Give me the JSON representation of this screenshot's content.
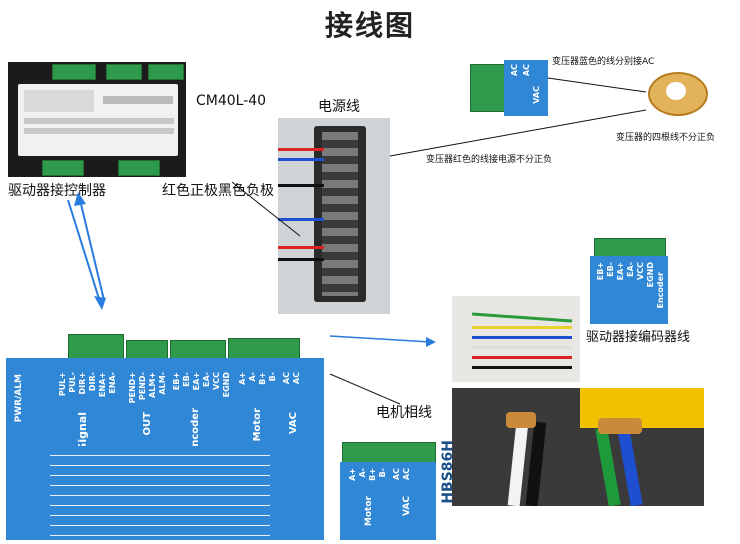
{
  "title": "接线图",
  "labels": {
    "model": "CM40L-40",
    "driver_to_controller": "驱动器接控制器",
    "power_line": "电源线",
    "red_black": "红色正极黑色负极",
    "transformer_blue": "变压器蓝色的线分别接AC",
    "transformer_four": "变压器的四根线不分正负",
    "transformer_red": "变压器红色的线接电源不分正负",
    "driver_to_encoder": "驱动器接编码器线",
    "motor_phase": "电机相线"
  },
  "panels": {
    "signal": [
      "PWR/ALM",
      "PUL+",
      "PUL-",
      "DIR+",
      "DIR-",
      "ENA+",
      "ENA-",
      "PEND+",
      "PEND-",
      "ALM+",
      "ALM-",
      "EB+",
      "EB-",
      "EA+",
      "EA-",
      "VCC",
      "EGND",
      "A+",
      "A-",
      "B+",
      "B-",
      "AC",
      "AC"
    ],
    "group_signal": "Signal",
    "group_out": "OUT",
    "group_encoder": "Encoder",
    "group_motor": "Motor",
    "group_vac": "VAC",
    "vac_small": [
      "AC",
      "AC",
      "VAC"
    ],
    "encoder_small": [
      "EB+",
      "EB-",
      "EA+",
      "EA-",
      "VCC",
      "EGND",
      "Encoder"
    ],
    "motor_small": [
      "A+",
      "A-",
      "B+",
      "B-",
      "AC",
      "AC",
      "Motor",
      "VAC"
    ],
    "brand": "HBS86H"
  },
  "colors": {
    "terminal_green": "#2f9a4a",
    "panel_blue": "#2f87d6",
    "arrow_blue": "#2a7be0"
  }
}
